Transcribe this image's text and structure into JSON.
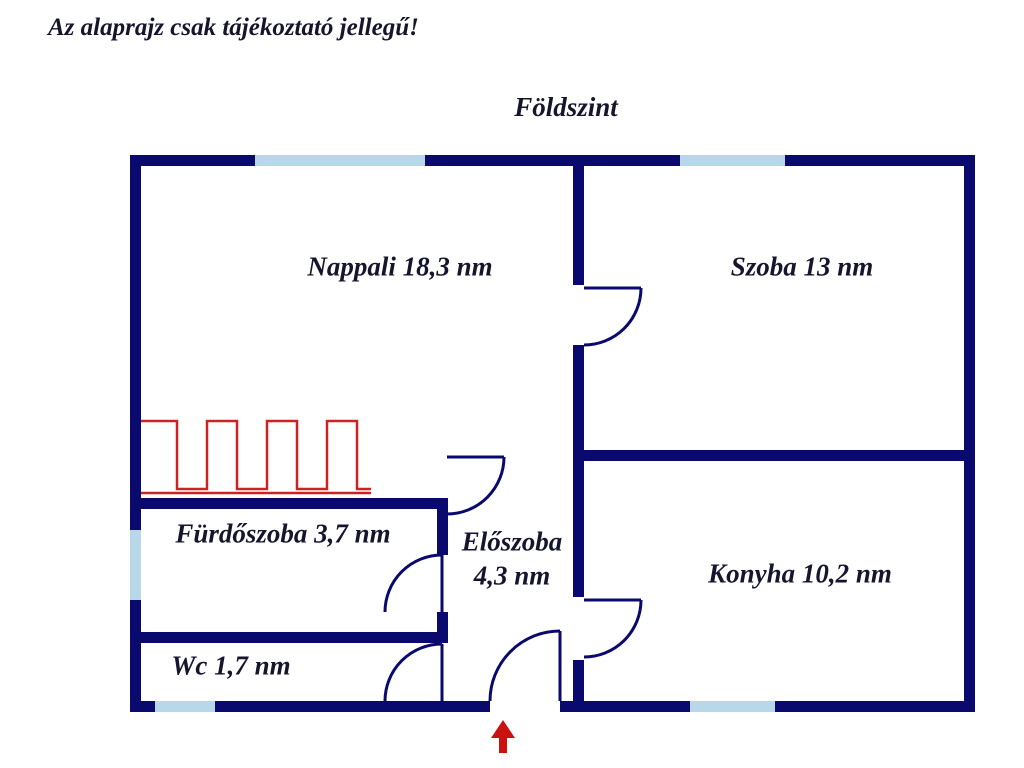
{
  "page": {
    "disclaimer": "Az alaprajz csak tájékoztató jellegű!",
    "title": "Földszint"
  },
  "rooms": {
    "nappali": {
      "label": "Nappali 18,3 nm"
    },
    "szoba": {
      "label": "Szoba 13 nm"
    },
    "furdoszoba": {
      "label": "Fürdőszoba 3,7 nm"
    },
    "eloszoba": {
      "name": "Előszoba",
      "area": "4,3 nm"
    },
    "konyha": {
      "label": "Konyha 10,2 nm"
    },
    "wc": {
      "label": "Wc 1,7 nm"
    }
  },
  "colors": {
    "wall": "#0a0a6e",
    "window": "#b8d7e8",
    "radiator": "#cc2222",
    "entrance_arrow": "#cc1111",
    "text": "#15152e"
  }
}
